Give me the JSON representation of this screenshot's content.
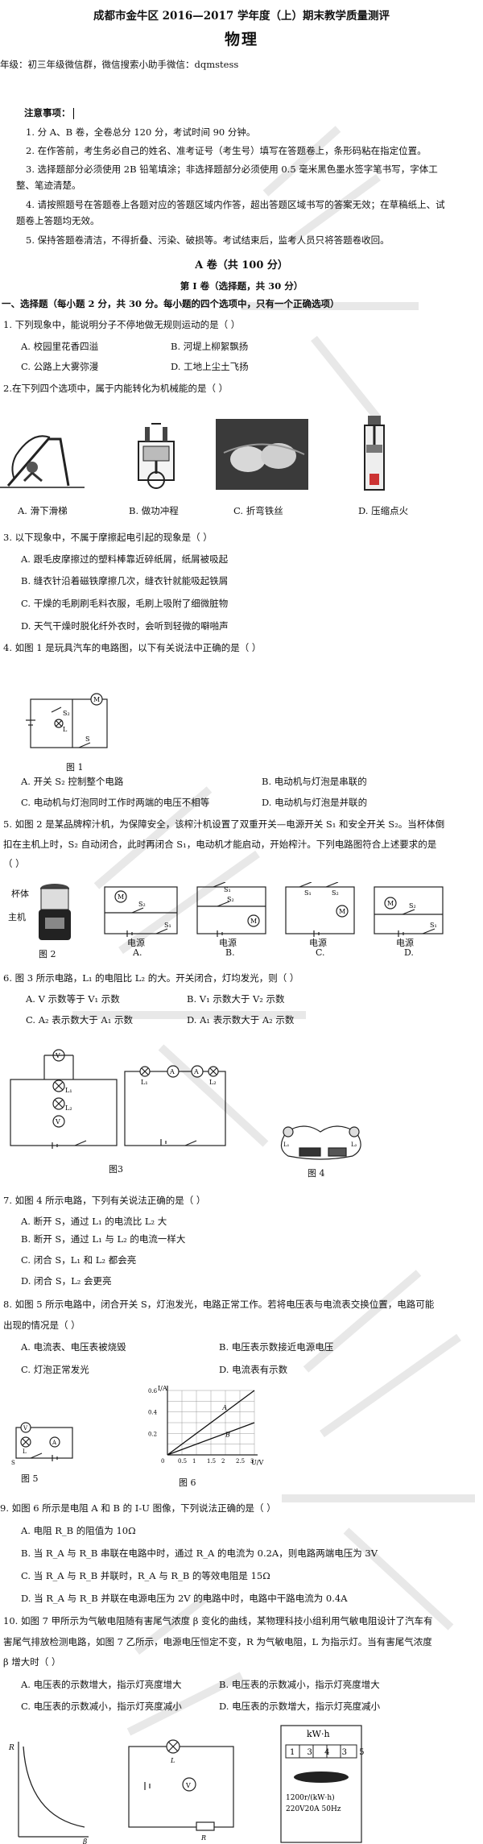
{
  "header": {
    "title": "成都市金牛区 2016—2017 学年度（上）期末教学质量测评",
    "subject": "物理",
    "grade_note": "年级：初三年级微信群，微信搜索小助手微信：dqmstess"
  },
  "notice": {
    "heading": "注意事项：",
    "items": [
      "1. 分 A、B 卷，全卷总分 120 分，考试时间 90 分钟。",
      "2. 在作答前，考生务必自己的姓名、准考证号（考生号）填写在答题卷上，条形码粘在指定位置。",
      "3. 选择题部分必须使用 2B 铅笔填涂；非选择题部分必须使用 0.5 毫米黑色墨水签字笔书写，字体工",
      "整、笔迹清楚。",
      "4. 请按照题号在答题卷上各题对应的答题区域内作答，超出答题区域书写的答案无效；在草稿纸上、试",
      "题卷上答题均无效。",
      "5. 保持答题卷清洁，不得折叠、污染、破损等。考试结束后，监考人员只将答题卷收回。"
    ]
  },
  "section": {
    "a_title": "A 卷（共 100 分）",
    "part1_title": "第 I 卷（选择题，共 30 分）",
    "instructions": "一、选择题（每小题 2 分，共 30 分。每小题的四个选项中，只有一个正确选项）"
  },
  "q1": {
    "stem": "1. 下列现象中，能说明分子不停地做无规则运动的是（      ）",
    "a": "A. 校园里花香四溢",
    "b": "B. 河堤上柳絮飘扬",
    "c": "C. 公路上大雾弥漫",
    "d": "D. 工地上尘土飞扬"
  },
  "q2": {
    "stem": "2.在下列四个选项中，属于内能转化为机械能的是（      ）",
    "a": "A. 滑下滑梯",
    "b": "B. 做功冲程",
    "c": "C. 折弯铁丝",
    "d": "D. 压缩点火"
  },
  "q3": {
    "stem": "3. 以下现象中，不属于摩擦起电引起的现象是（      ）",
    "a": "A. 跟毛皮摩擦过的塑料棒靠近碎纸屑，纸屑被吸起",
    "b": "B. 缝衣针沿着磁铁摩擦几次，缝衣针就能吸起铁屑",
    "c": "C. 干燥的毛刷刷毛料衣服，毛刷上吸附了细微脏物",
    "d": "D. 天气干燥时脱化纤外衣时，会听到轻微的噼啪声"
  },
  "q4": {
    "stem": "4. 如图 1 是玩具汽车的电路图，以下有关说法中正确的是（      ）",
    "fig_caption": "图 1",
    "a": "A. 开关 S₂ 控制整个电路",
    "b": "B. 电动机与灯泡是串联的",
    "c": "C. 电动机与灯泡同时工作时两端的电压不相等",
    "d": "D. 电动机与灯泡是并联的"
  },
  "q5": {
    "stem_1": "5. 如图 2 是某品牌榨汁机，为保障安全，该榨汁机设置了双重开关—电源开关 S₁ 和安全开关 S₂。当杯体倒",
    "stem_2": "扣在主机上时，S₂ 自动闭合，此时再闭合 S₁，电动机才能启动，开始榨汁。下列电路图符合上述要求的是",
    "stem_3": "（      ）",
    "fig_caption": "图 2",
    "label_cup": "杯体",
    "label_base": "主机",
    "power_label": "电源",
    "opt_a": "A.",
    "opt_b": "B.",
    "opt_c": "C.",
    "opt_d": "D."
  },
  "q6": {
    "stem": "6. 图 3 所示电路，L₁ 的电阻比 L₂ 的大。开关闭合，灯均发光，则（      ）",
    "a": "A. V 示数等于 V₁ 示数",
    "b": "B. V₁ 示数大于 V₂ 示数",
    "c": "C. A₂ 表示数大于 A₁ 示数",
    "d": "D. A₁ 表示数大于 A₂ 示数",
    "fig3_caption": "图3",
    "fig4_caption": "图 4"
  },
  "q7": {
    "stem": "7. 如图 4 所示电路，下列有关说法正确的是（      ）",
    "a": "A. 断开 S，通过 L₁ 的电流比 L₂ 大",
    "b": "B. 断开 S，通过 L₁ 与 L₂ 的电流一样大",
    "c": "C. 闭合 S，L₁ 和 L₂ 都会亮",
    "d": "D. 闭合 S，L₂ 会更亮"
  },
  "q8": {
    "stem_1": "8. 如图 5 所示电路中，闭合开关 S，灯泡发光，电路正常工作。若将电压表与电流表交换位置，电路可能",
    "stem_2": "出现的情况是（      ）",
    "a": "A. 电流表、电压表被烧毁",
    "b": "B. 电压表示数接近电源电压",
    "c": "C. 灯泡正常发光",
    "d": "D. 电流表有示数",
    "fig5_caption": "图 5",
    "fig6_caption": "图 6"
  },
  "q9": {
    "stem": "9. 如图 6 所示是电阻 A 和 B 的 I-U 图像，下列说法正确的是（      ）",
    "a": "A. 电阻 R_B 的阻值为 10Ω",
    "b": "B. 当 R_A 与 R_B 串联在电路中时，通过 R_A 的电流为 0.2A，则电路两端电压为 3V",
    "c": "C. 当 R_A 与 R_B 并联时，R_A 与 R_B 的等效电阻是 15Ω",
    "d": "D. 当 R_A 与 R_B 并联在电源电压为 2V 的电路中时，电路中干路电流为 0.4A"
  },
  "q10": {
    "stem_1": "10. 如图 7 甲所示为气敏电阻随有害尾气浓度 β 变化的曲线，某物理科技小组利用气敏电阻设计了汽车有",
    "stem_2": "害尾气排放检测电路，如图 7 乙所示，电源电压恒定不变，R 为气敏电阻，L 为指示灯。当有害尾气浓度",
    "stem_3": "β 增大时（      ）",
    "a": "A. 电压表的示数增大，指示灯亮度增大",
    "b": "B. 电压表的示数减小，指示灯亮度增大",
    "c": "C. 电压表的示数减小，指示灯亮度减小",
    "d": "D. 电压表的示数增大，指示灯亮度减小",
    "meter_unit": "kW·h",
    "meter_digits": "1 3 4 3 5",
    "meter_spec_1": "1200r/(kW·h)",
    "meter_spec_2": "220V20A 50Hz"
  },
  "graph_fig6": {
    "y_axis": "I/A",
    "x_axis": "U/V",
    "y_ticks": [
      "0.6",
      "0.4",
      "0.2"
    ],
    "x_ticks": [
      "0.5",
      "1",
      "1.5",
      "2",
      "2.5",
      "3"
    ],
    "line_a_label": "A",
    "line_b_label": "B",
    "origin": "0",
    "chart_data": {
      "type": "line",
      "series": [
        {
          "name": "A",
          "x": [
            0,
            3
          ],
          "y": [
            0,
            0.6
          ]
        },
        {
          "name": "B",
          "x": [
            0,
            3
          ],
          "y": [
            0,
            0.3
          ]
        }
      ],
      "xlim": [
        0,
        3
      ],
      "ylim": [
        0,
        0.6
      ]
    }
  }
}
